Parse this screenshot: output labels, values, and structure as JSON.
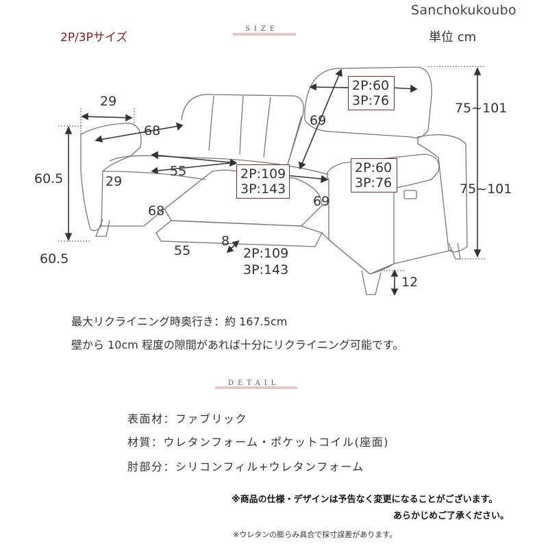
{
  "brand": "Sanchokukoubo",
  "variant": "2P/3Pサイズ",
  "unit": "単位 cm",
  "size_heading": "SIZE",
  "detail_heading": "DETAIL",
  "dimensions": {
    "armrest_width": "29",
    "armrest_depth": "68",
    "seat_depth": "55",
    "seat_height_arm": "29",
    "height_left": "60.5",
    "height_left_bottom": "60.5",
    "recline_depth": "68",
    "footrest_depth": "55",
    "footrest_offset": "8",
    "backrest_diag": "69",
    "side_depth": "69",
    "back_height": "75~101",
    "side_height": "75~101",
    "leg_height": "12"
  },
  "boxes": {
    "back_width": [
      "2P:60",
      "3P:76"
    ],
    "seat_width": [
      "2P:109",
      "3P:143"
    ],
    "arm_width": [
      "2P:60",
      "3P:76"
    ],
    "bottom_width": [
      "2P:109",
      "3P:143"
    ]
  },
  "notes": [
    "最大リクライニング時奥行き：約 167.5cm",
    "壁から 10cm 程度の隙間があれば十分にリクライニング可能です。"
  ],
  "details": [
    "表面材：ファブリック",
    "材質：ウレタンフォーム・ポケットコイル(座面)",
    "肘部分：シリコンフィル+ウレタンフォーム"
  ],
  "disclaimers": [
    "※商品の仕様・デザインは予告なく変更になることがございます。",
    "あらかじめご了承ください。"
  ],
  "footnote": "※ウレタンの膨らみ具合で採寸誤差があります。"
}
